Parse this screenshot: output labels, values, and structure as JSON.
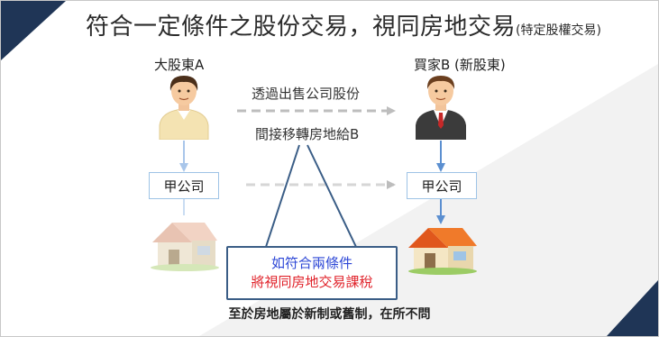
{
  "title": {
    "main": "符合一定條件之股份交易，視同房地交易",
    "sub": "(特定股權交易)"
  },
  "seller": {
    "label": "大股東A",
    "company": "甲公司"
  },
  "buyer": {
    "label": "買家B (新股東)",
    "company": "甲公司"
  },
  "transfer": {
    "line1": "透過出售公司股份",
    "line2": "間接移轉房地給B"
  },
  "callout": {
    "line1": "如符合兩條件",
    "line2": "將視同房地交易課稅"
  },
  "footer": "至於房地屬於新制或舊制，在所不問",
  "colors": {
    "corner": "#1f3556",
    "arrow_blue": "#5b8fd0",
    "dashed_gray": "#bdbdbd",
    "callout_border": "#3a5d86",
    "callout_blue_text": "#2d47d6",
    "callout_red_text": "#e0222a"
  },
  "icons": [
    "person-icon",
    "businessman-icon",
    "house-icon"
  ]
}
